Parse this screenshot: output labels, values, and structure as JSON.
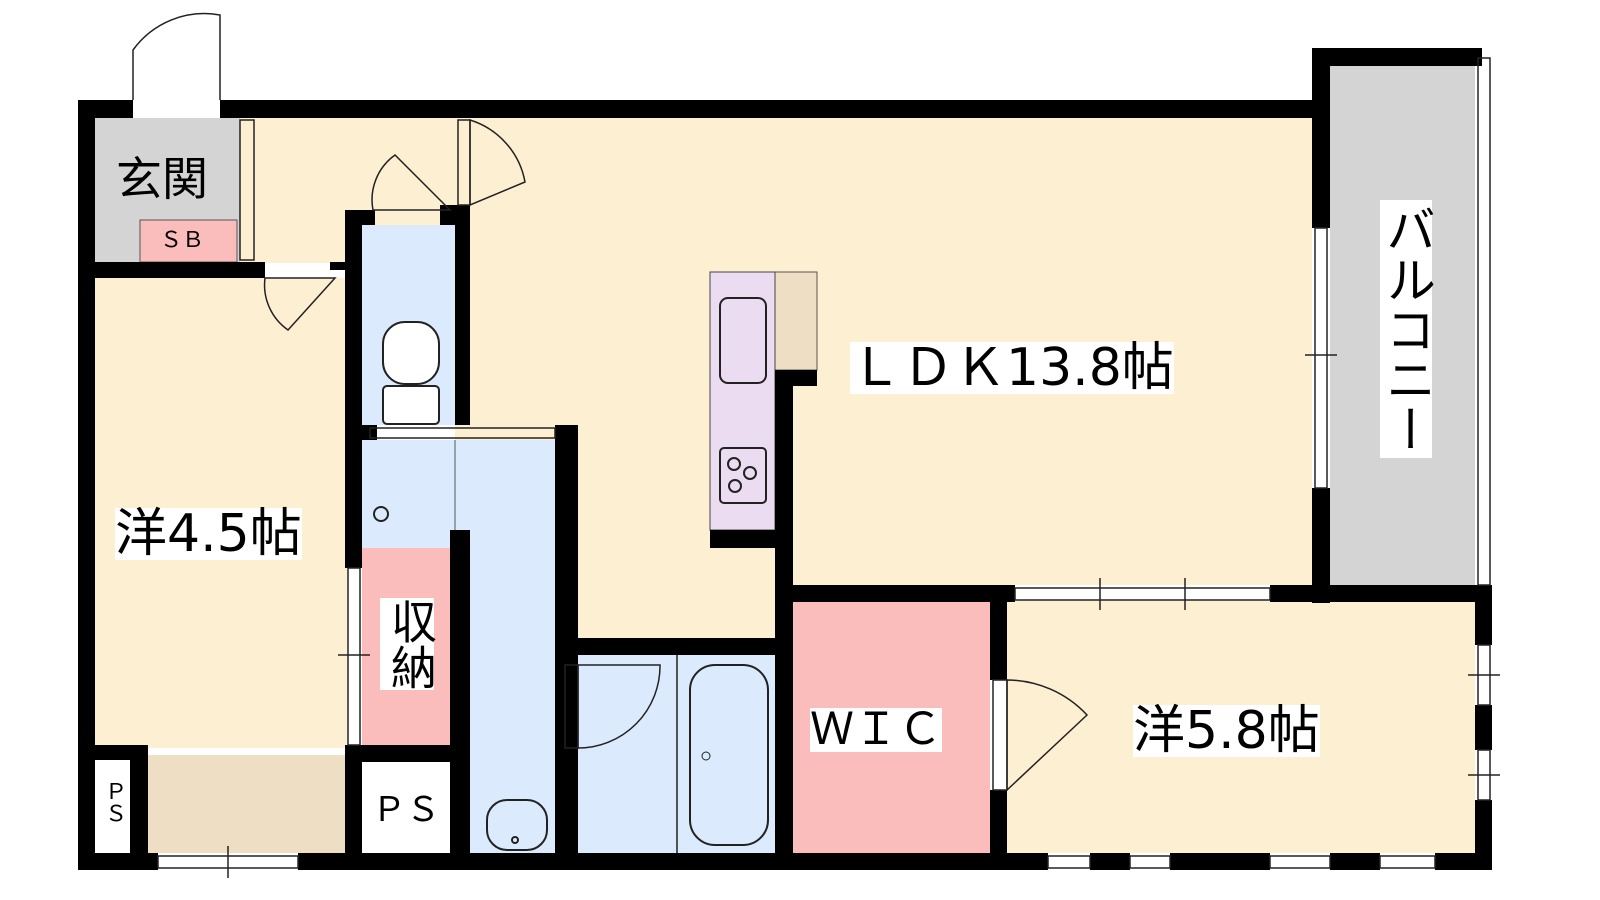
{
  "rooms": {
    "entrance": "玄関",
    "shoe_box": "ＳＢ",
    "western_room_1": "洋4.5帖",
    "ldk": "ＬＤＫ13.8帖",
    "balcony": "バルコニー",
    "storage": "収納",
    "wic": "ＷＩＣ",
    "western_room_2": "洋5.8帖",
    "ps_center": "ＰＳ",
    "ps_left": "ＰＳ"
  },
  "colors": {
    "room": "#fdf0d2",
    "closet": "#eedfc4",
    "wet": "#dbeafc",
    "pink": "#fbbcbc",
    "gray": "#d4d4d4",
    "kitchen": "#ecdcf2",
    "wall": "#000000"
  }
}
